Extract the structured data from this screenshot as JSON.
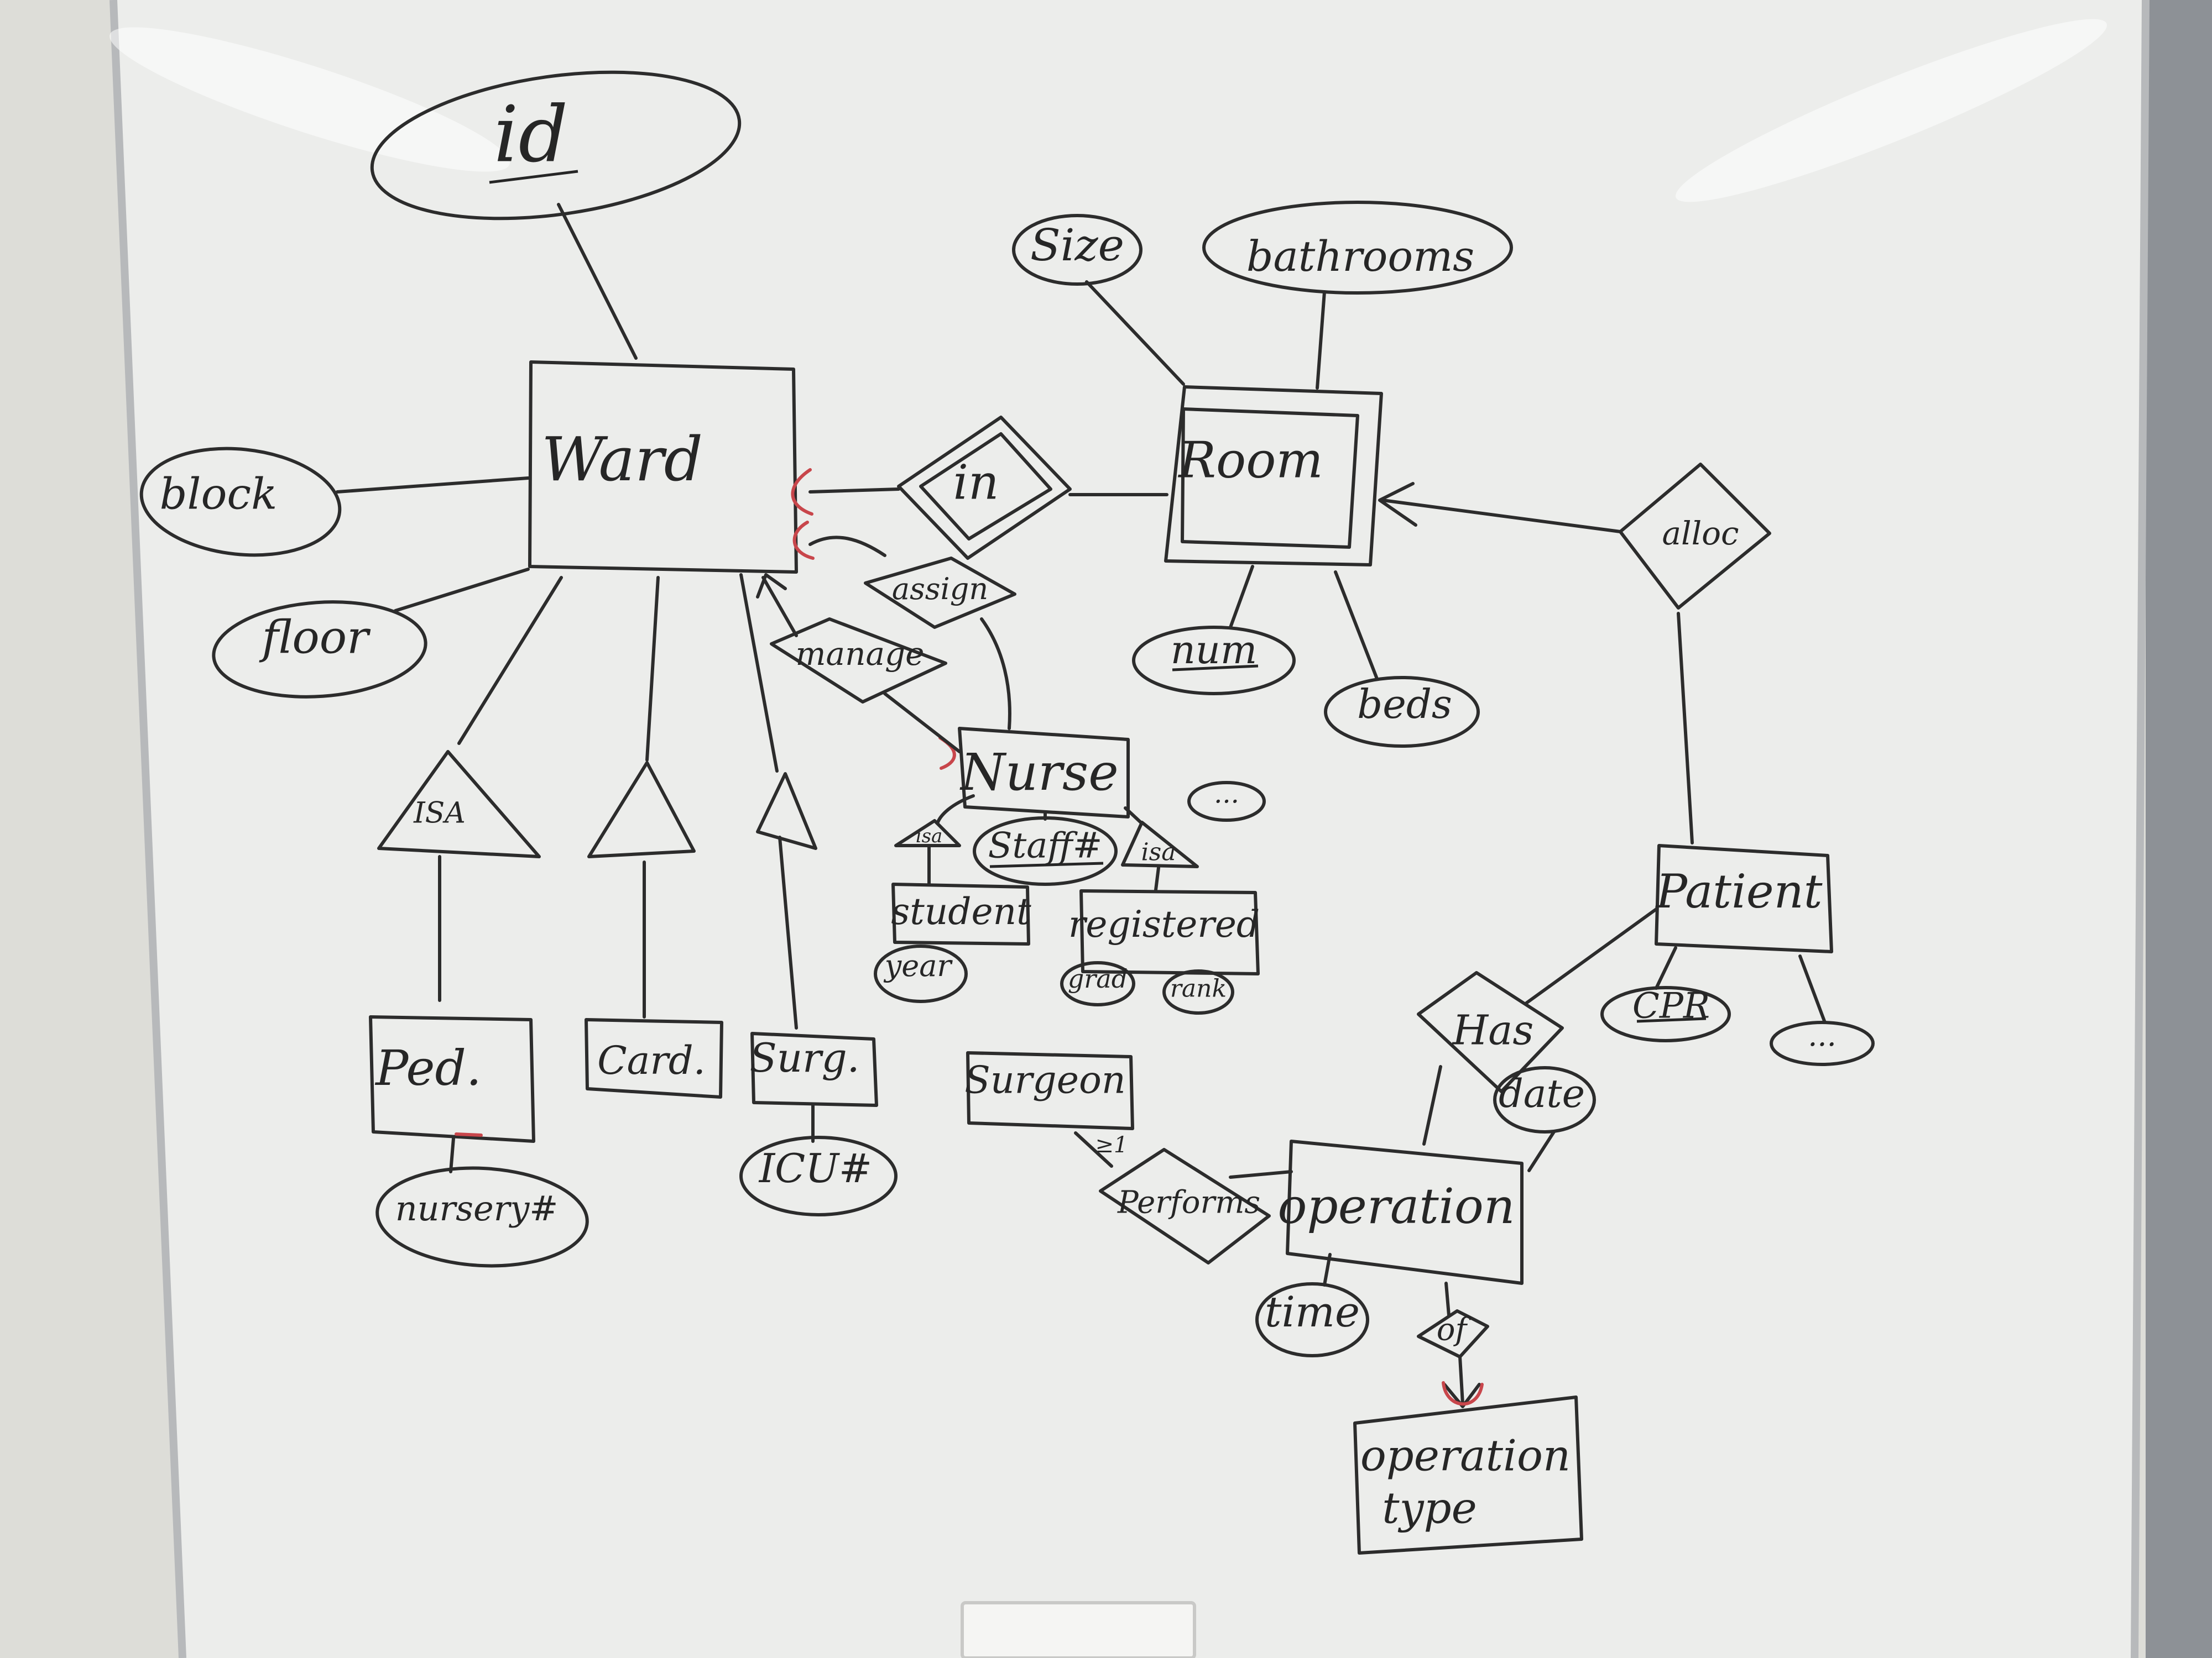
{
  "diagram": {
    "entities": {
      "ward": "Ward",
      "room": "Room",
      "nurse": "Nurse",
      "patient": "Patient",
      "ped": "Ped.",
      "card": "Card.",
      "surg": "Surg.",
      "student": "student",
      "registered": "registered",
      "surgeon": "Surgeon",
      "operation": "operation",
      "operation_type_1": "operation",
      "operation_type_2": "type"
    },
    "relationships": {
      "in": "in",
      "alloc": "alloc",
      "assign": "assign",
      "manage": "manage",
      "has": "Has",
      "performs": "Performs",
      "of": "of"
    },
    "attributes": {
      "id": "id",
      "block": "block",
      "floor": "floor",
      "size": "Size",
      "bathrooms": "bathrooms",
      "num": "num",
      "beds": "beds",
      "staff": "Staff#",
      "dots1": "...",
      "year": "year",
      "grad": "grad",
      "rank": "rank",
      "cpr": "CPR",
      "dots2": "...",
      "date": "date",
      "time": "time",
      "nursery": "nursery#",
      "icu": "ICU#"
    },
    "isa": {
      "ward_ped": "ISA",
      "nurse_student": "isa",
      "nurse_registered": "isa"
    },
    "cardinality": {
      "performs": "≥1"
    }
  }
}
